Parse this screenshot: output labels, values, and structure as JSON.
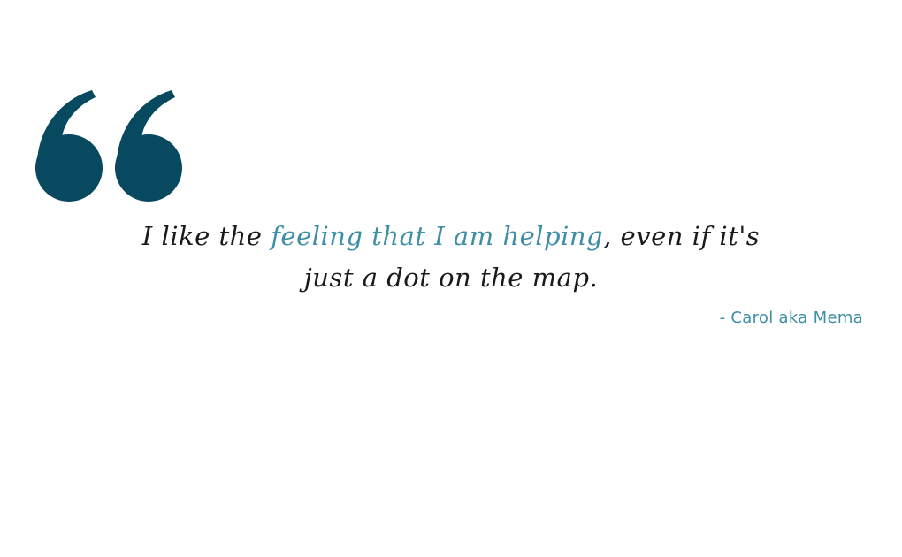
{
  "quote": {
    "line1_start": "I like the ",
    "line1_highlight": "feeling that I am helping",
    "line1_end": ", even if it's",
    "line2": "just a dot on the map."
  },
  "attribution": "- Carol aka Mema",
  "colors": {
    "quote_mark": "#07495e",
    "highlight": "#3d8ea6",
    "text": "#1a1a1a"
  },
  "icons": {
    "quote_mark": "open-quote-icon"
  }
}
